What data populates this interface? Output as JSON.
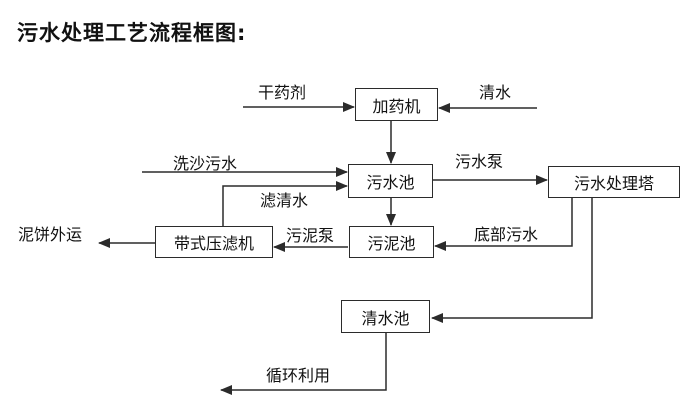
{
  "title": "污水处理工艺流程框图:",
  "nodes": {
    "dosing_machine": "加药机",
    "sewage_pool": "污水池",
    "treatment_tower": "污水处理塔",
    "sludge_pool": "污泥池",
    "belt_filter_press": "带式压滤机",
    "clean_water_pool": "清水池"
  },
  "flow_labels": {
    "dry_agent": "干药剂",
    "clean_water": "清水",
    "sand_washing_sewage": "洗沙污水",
    "sewage_pump": "污水泵",
    "filtered_water": "滤清水",
    "sludge_pump": "污泥泵",
    "bottom_sewage": "底部污水",
    "mud_cake_out": "泥饼外运",
    "recycling": "循环利用"
  },
  "colors": {
    "background": "#ffffff",
    "line": "#2b2b2b",
    "text": "#111111"
  }
}
